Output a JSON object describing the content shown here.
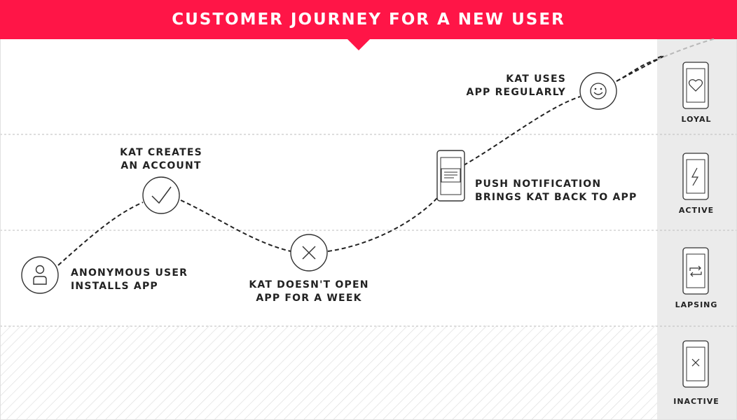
{
  "title": "CUSTOMER JOURNEY FOR A NEW USER",
  "colors": {
    "banner": "#ff1547",
    "sidebar": "#ebebeb",
    "line": "#222222",
    "hatch": "#d6d6d6"
  },
  "journey_steps": [
    {
      "line1": "ANONYMOUS USER",
      "line2": "INSTALLS APP",
      "icon": "person-icon"
    },
    {
      "line1": "KAT CREATES",
      "line2": "AN ACCOUNT",
      "icon": "checkmark-icon"
    },
    {
      "line1": "KAT DOESN'T OPEN",
      "line2": "APP FOR A WEEK",
      "icon": "x-icon"
    },
    {
      "line1": "PUSH NOTIFICATION",
      "line2": "BRINGS KAT BACK TO APP",
      "icon": "phone-notification-icon"
    },
    {
      "line1": "KAT USES",
      "line2": "APP REGULARLY",
      "icon": "smiley-icon"
    }
  ],
  "stages": [
    {
      "label": "LOYAL",
      "icon": "heart-icon"
    },
    {
      "label": "ACTIVE",
      "icon": "lightning-icon"
    },
    {
      "label": "LAPSING",
      "icon": "repeat-arrows-icon"
    },
    {
      "label": "INACTIVE",
      "icon": "x-icon"
    }
  ]
}
